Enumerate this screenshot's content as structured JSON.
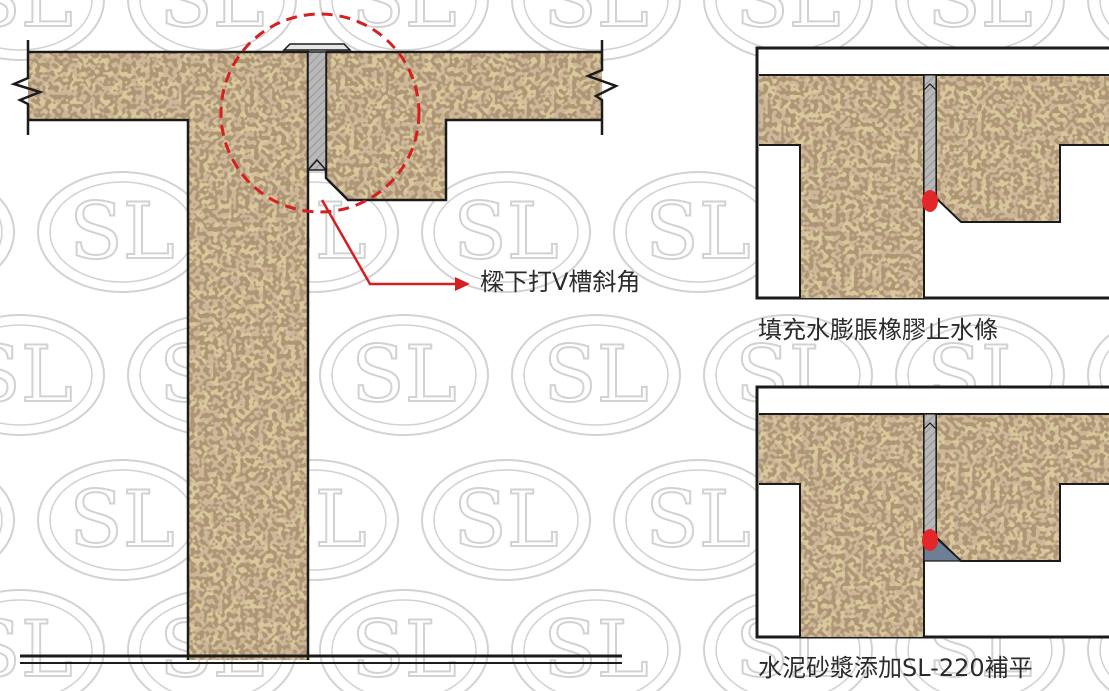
{
  "watermark": {
    "text": "SL",
    "color": "#d2d2d2"
  },
  "colors": {
    "concrete": "#d8c99b",
    "aggregate": "#b89467",
    "aggregate_dark": "#8a6a45",
    "outline": "#1b1b1b",
    "joint": "#b8b8b8",
    "callout": "#d42020",
    "sealant": "#e3262a",
    "mortar": "#6d7f95"
  },
  "labels": {
    "groove": "樑下打V槽斜角",
    "fill": "填充水膨脹橡膠止水條",
    "patch": "水泥砂漿添加SL-220補平"
  }
}
